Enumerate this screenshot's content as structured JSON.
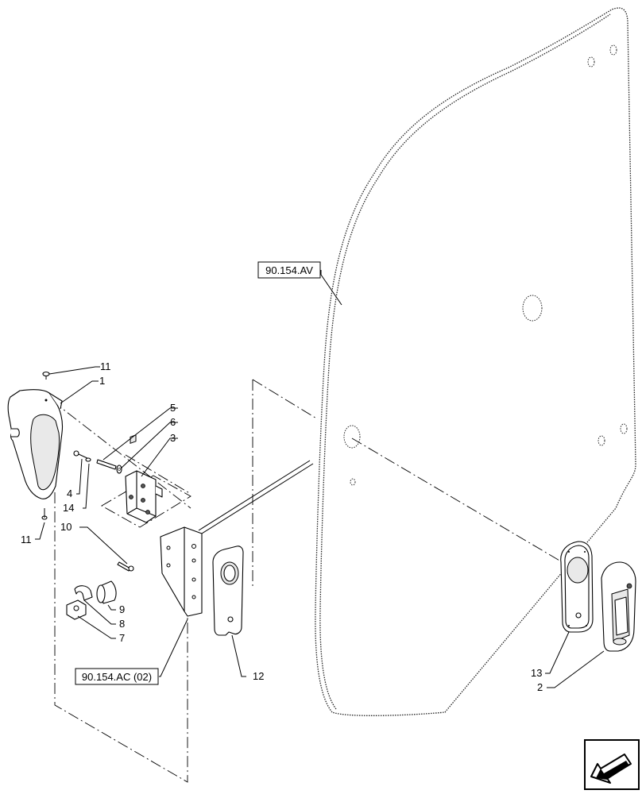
{
  "reference_boxes": {
    "glass_ref": "90.154.AV",
    "frame_ref": "90.154.AC (02)"
  },
  "callouts": {
    "c1": "1",
    "c2": "2",
    "c3": "3",
    "c4": "4",
    "c5": "5",
    "c6": "6",
    "c7": "7",
    "c8": "8",
    "c9": "9",
    "c10": "10",
    "c11_top": "11",
    "c11_bottom": "11",
    "c12": "12",
    "c13": "13",
    "c14": "14"
  },
  "icons": {
    "nav": "arrow-down-left-icon"
  }
}
